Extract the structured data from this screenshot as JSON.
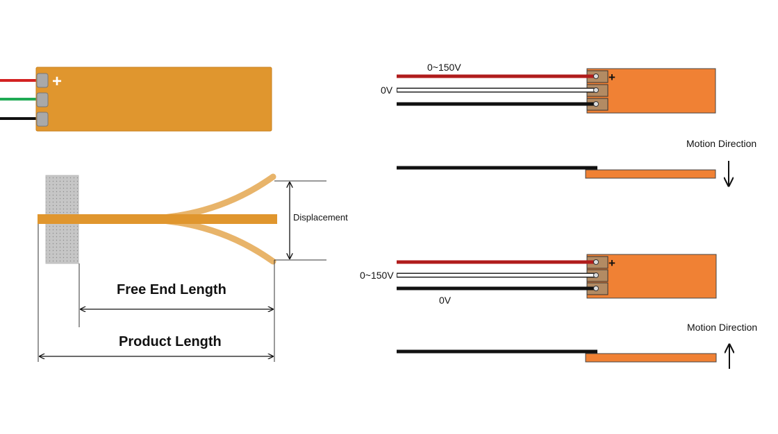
{
  "left": {
    "displacement_label": "Displacement",
    "free_end_length_label": "Free End Length",
    "product_length_label": "Product Length",
    "plus_sign": "+"
  },
  "right": {
    "panel1": {
      "voltage_high": "0~150V",
      "voltage_zero": "0V",
      "plus_sign": "+"
    },
    "motion1": {
      "label": "Motion Direction",
      "direction": "down"
    },
    "panel2": {
      "voltage_high": "0~150V",
      "voltage_zero": "0V",
      "plus_sign": "+"
    },
    "motion2": {
      "label": "Motion Direction",
      "direction": "up"
    }
  },
  "colors": {
    "actuator_left": "#e0962e",
    "actuator_right": "#f08134",
    "wire_red": "#d32222",
    "wire_red_dark": "#b01c1c",
    "wire_green": "#1faa55",
    "wire_black": "#111111",
    "wire_white": "#ffffff",
    "clamp": "#c9c9c9",
    "bent_beam": "#e8b46a"
  }
}
